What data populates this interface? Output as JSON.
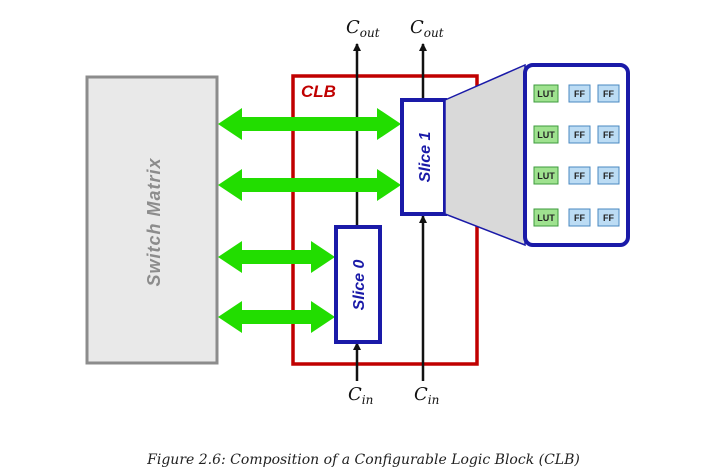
{
  "diagram": {
    "switch_matrix_label": "Switch Matrix",
    "clb_label": "CLB",
    "slice0_label": "Slice 0",
    "slice1_label": "Slice 1",
    "carry_out": {
      "main": "C",
      "sub": "out"
    },
    "carry_in": {
      "main": "C",
      "sub": "in"
    },
    "lut_label": "LUT",
    "ff_label": "FF",
    "colors": {
      "switch_border": "#8c8c8c",
      "switch_fill": "#e9e9e9",
      "clb_border": "#c00000",
      "slice_border": "#1a1aa8",
      "arrow": "#22dd00",
      "lut_fill": "#9fe28f",
      "ff_fill": "#bcdcf4"
    }
  },
  "caption": "Figure 2.6:  Composition of a Configurable Logic Block (CLB)"
}
